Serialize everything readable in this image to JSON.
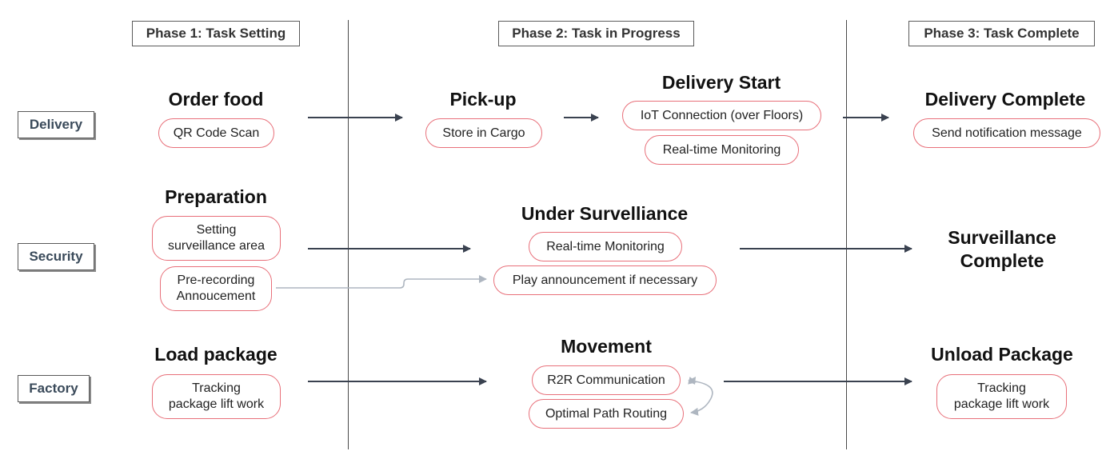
{
  "phases": {
    "p1": "Phase 1: Task Setting",
    "p2": "Phase 2: Task in Progress",
    "p3": "Phase 3: Task Complete"
  },
  "rows": {
    "delivery": "Delivery",
    "security": "Security",
    "factory": "Factory"
  },
  "delivery": {
    "order_title": "Order food",
    "order_pill": "QR Code Scan",
    "pickup_title": "Pick-up",
    "pickup_pill": "Store in Cargo",
    "start_title": "Delivery Start",
    "start_pill1": "IoT Connection (over Floors)",
    "start_pill2": "Real-time Monitoring",
    "complete_title": "Delivery Complete",
    "complete_pill": "Send notification message"
  },
  "security": {
    "prep_title": "Preparation",
    "prep_pill1": "Setting\nsurveillance area",
    "prep_pill2": "Pre-recording\nAnnoucement",
    "under_title": "Under Survelliance",
    "under_pill1": "Real-time Monitoring",
    "under_pill2": "Play announcement if necessary",
    "complete_title": "Surveillance\nComplete"
  },
  "factory": {
    "load_title": "Load package",
    "load_pill": "Tracking\npackage lift work",
    "move_title": "Movement",
    "move_pill1": "R2R Communication",
    "move_pill2": "Optimal Path Routing",
    "unload_title": "Unload Package",
    "unload_pill": "Tracking\npackage lift work"
  }
}
